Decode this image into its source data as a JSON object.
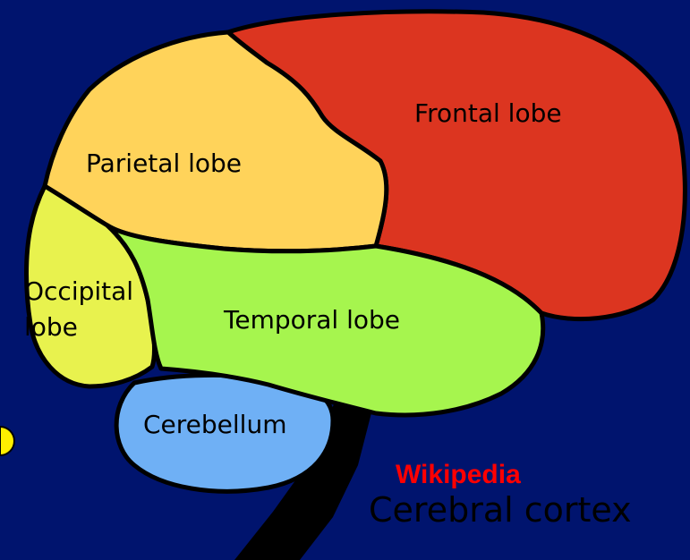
{
  "diagram": {
    "background_color": "#00146e",
    "regions": [
      {
        "id": "frontal",
        "label": "Frontal lobe",
        "color": "#dc3520"
      },
      {
        "id": "parietal",
        "label": "Parietal lobe",
        "color": "#ffd35a"
      },
      {
        "id": "occipital",
        "label_line1": "Occipital",
        "label_line2": "lobe",
        "color": "#e8f24e"
      },
      {
        "id": "temporal",
        "label": "Temporal lobe",
        "color": "#a6f54e"
      },
      {
        "id": "cerebellum",
        "label": "Cerebellum",
        "color": "#6fb0f5"
      }
    ],
    "credit": "Wikipedia",
    "caption": "Cerebral cortex"
  }
}
